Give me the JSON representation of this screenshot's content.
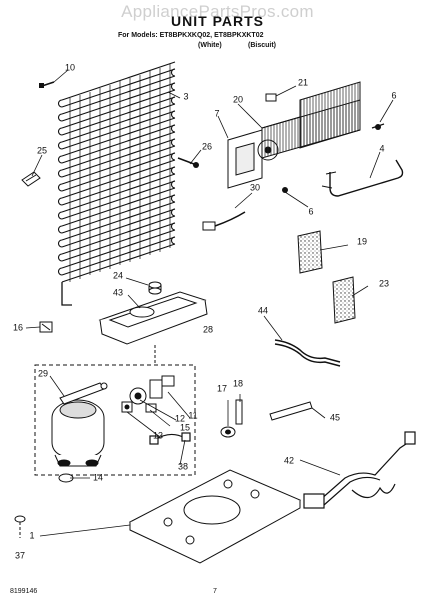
{
  "watermark": "AppliancePartsPros.com",
  "header": {
    "title": "UNIT PARTS",
    "models_line": "For Models: ET8BPKXKQ02, ET8BPKXKT02",
    "variant_white": "(White)",
    "variant_biscuit": "(Biscuit)"
  },
  "callouts": {
    "p1": "1",
    "p3": "3",
    "p4": "4",
    "p6a": "6",
    "p6b": "6",
    "p7": "7",
    "p10": "10",
    "p11": "11",
    "p12": "12",
    "p13": "13",
    "p14": "14",
    "p15": "15",
    "p16": "16",
    "p17": "17",
    "p18": "18",
    "p19": "19",
    "p20": "20",
    "p21": "21",
    "p23": "23",
    "p24": "24",
    "p25": "25",
    "p26": "26",
    "p28": "28",
    "p29": "29",
    "p30": "30",
    "p37": "37",
    "p38": "38",
    "p42": "42",
    "p43": "43",
    "p44": "44",
    "p45": "45"
  },
  "footer": {
    "doc_number": "8199146",
    "page_number": "7"
  }
}
